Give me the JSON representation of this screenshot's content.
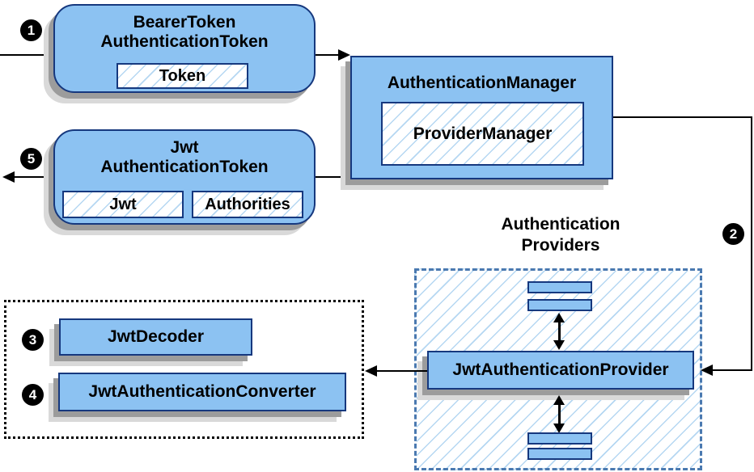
{
  "colors": {
    "node_fill": "#8CC2F2",
    "node_border": "#16387E",
    "hatch_line": "#B5D7F2",
    "providers_dash_border": "#4A79B0",
    "dotted_group_border": "#000000",
    "shadow_dark": "#9C9C9C",
    "shadow_light": "#D9D9D9",
    "arrow": "#000000",
    "badge_background": "#000000",
    "badge_text": "#FFFFFF"
  },
  "badges": {
    "step1": "1",
    "step2": "2",
    "step3": "3",
    "step4": "4",
    "step5": "5"
  },
  "nodes": {
    "bearer_token": {
      "title_line1": "BearerToken",
      "title_line2": "AuthenticationToken",
      "field_token": "Token"
    },
    "authentication_manager": {
      "title": "AuthenticationManager",
      "field_provider_manager": "ProviderManager"
    },
    "jwt_authentication_token": {
      "title_line1": "Jwt",
      "title_line2": "AuthenticationToken",
      "field_jwt": "Jwt",
      "field_authorities": "Authorities"
    },
    "providers_group": {
      "label_line1": "Authentication",
      "label_line2": "Providers",
      "provider": "JwtAuthenticationProvider"
    },
    "decoder_group": {
      "decoder": "JwtDecoder",
      "converter": "JwtAuthenticationConverter"
    }
  }
}
